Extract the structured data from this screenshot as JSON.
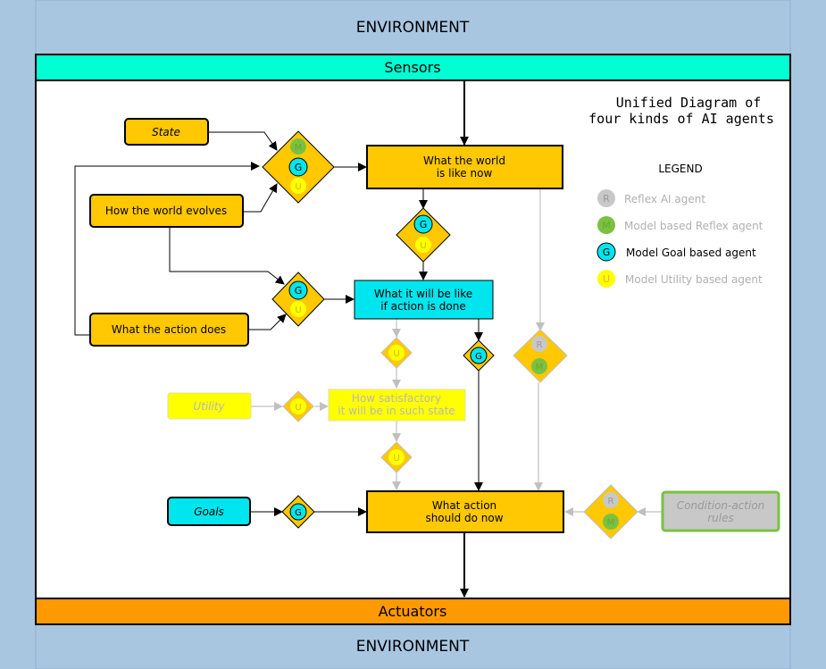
{
  "environment": {
    "top_label": "ENVIRONMENT",
    "bottom_label": "ENVIRONMENT"
  },
  "sensors": {
    "label": "Sensors"
  },
  "actuators": {
    "label": "Actuators"
  },
  "title": {
    "line1": "Unified Diagram of",
    "line2": "four kinds of AI agents"
  },
  "legend": {
    "heading": "LEGEND",
    "items": [
      {
        "letter": "R",
        "label": "Reflex AI agent",
        "color": "#c8c8c8",
        "active": false
      },
      {
        "letter": "M",
        "label": "Model based Reflex agent",
        "color": "#7ac142",
        "active": false
      },
      {
        "letter": "G",
        "label": "Model Goal based agent",
        "color": "#00e5ee",
        "active": true
      },
      {
        "letter": "U",
        "label": "Model Utility based agent",
        "color": "#ffff00",
        "active": false
      }
    ]
  },
  "nodes": {
    "state": "State",
    "world_evolves": "How the world evolves",
    "action_does": "What the action does",
    "world_now": {
      "line1": "What the world",
      "line2": "is like now"
    },
    "will_be_like": {
      "line1": "What it will be like",
      "line2": "if action is done"
    },
    "utility": "Utility",
    "satisfactory": {
      "line1": "How satisfactory",
      "line2": "it will be in such state"
    },
    "goals": "Goals",
    "action_now": {
      "line1": "What action",
      "line2": "should do now"
    },
    "condition_rules": {
      "line1": "Condition-action",
      "line2": "rules"
    }
  },
  "badges": {
    "R": "R",
    "M": "M",
    "G": "G",
    "U": "U"
  },
  "colors": {
    "background": "#a9c6e1",
    "sensors": "#00ffd2",
    "actuators": "#ff9900",
    "node": "#ffc800",
    "node_active_blue": "#00e5ee",
    "utility_yellow": "#ffff00",
    "condition_gray": "#c8c8c8",
    "condition_border": "#7ac142",
    "faded_line": "#c0c0c0"
  }
}
